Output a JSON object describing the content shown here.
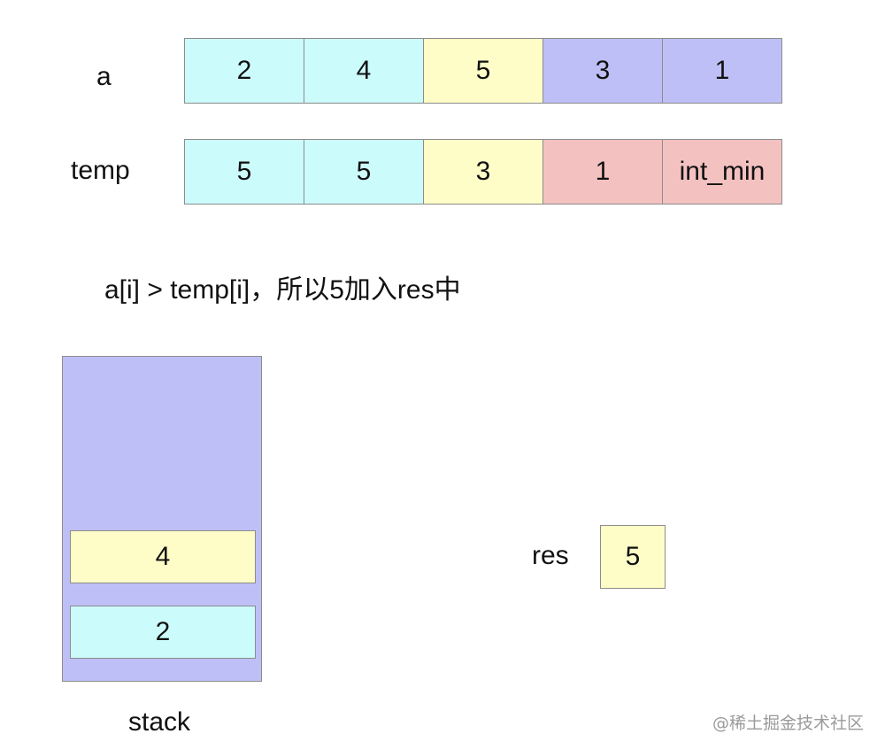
{
  "colors": {
    "cyan": "#ccfbfc",
    "yellow": "#fefdc7",
    "purple": "#bfbff7",
    "pink": "#f4c1c1",
    "border": "#8c8c8c"
  },
  "array_a": {
    "label": "a",
    "cells": [
      {
        "value": "2",
        "color": "cyan"
      },
      {
        "value": "4",
        "color": "cyan"
      },
      {
        "value": "5",
        "color": "yellow"
      },
      {
        "value": "3",
        "color": "purple"
      },
      {
        "value": "1",
        "color": "purple"
      }
    ]
  },
  "array_temp": {
    "label": "temp",
    "cells": [
      {
        "value": "5",
        "color": "cyan"
      },
      {
        "value": "5",
        "color": "cyan"
      },
      {
        "value": "3",
        "color": "yellow"
      },
      {
        "value": "1",
        "color": "pink"
      },
      {
        "value": "int_min",
        "color": "pink"
      }
    ]
  },
  "caption": "a[i] > temp[i]，所以5加入res中",
  "stack": {
    "label": "stack",
    "color": "purple",
    "items": [
      {
        "value": "4",
        "color": "yellow"
      },
      {
        "value": "2",
        "color": "cyan"
      }
    ]
  },
  "res": {
    "label": "res",
    "value": "5",
    "color": "yellow"
  },
  "watermark": "@稀土掘金技术社区"
}
